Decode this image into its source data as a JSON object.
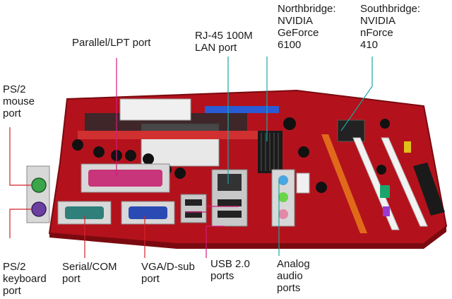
{
  "colors": {
    "board": "#b3121c",
    "board_shadow": "#7a0a10",
    "leader_magenta": "#d21b7a",
    "leader_teal": "#1aa6a0",
    "leader_red": "#d2232a",
    "ps2_green": "#3aa64a",
    "ps2_purple": "#6b3fa0",
    "vga_blue": "#2a4bb3",
    "parallel_pink": "#c8357a",
    "serial_teal": "#2f7f7a",
    "pci_white": "#f2f2f2",
    "pcie_orange": "#e06a1a",
    "heatsink": "#1a1a1a",
    "ide_blue": "#2a5bd4",
    "audio_blue": "#4aa6e0",
    "audio_green": "#6ad44a",
    "audio_pink": "#e08aa6"
  },
  "labels": {
    "parallel": "Parallel/LPT port",
    "rj45": "RJ-45 100M\nLAN port",
    "northbridge": "Northbridge:\nNVIDIA\nGeForce\n6100",
    "southbridge": "Southbridge:\nNVIDIA\nnForce\n410",
    "ps2_mouse": "PS/2\nmouse\nport",
    "ps2_keyboard": "PS/2\nkeyboard\nport",
    "serial": "Serial/COM\nport",
    "vga": "VGA/D-sub\nport",
    "usb": "USB 2.0\nports",
    "audio": "Analog\naudio\nports"
  }
}
